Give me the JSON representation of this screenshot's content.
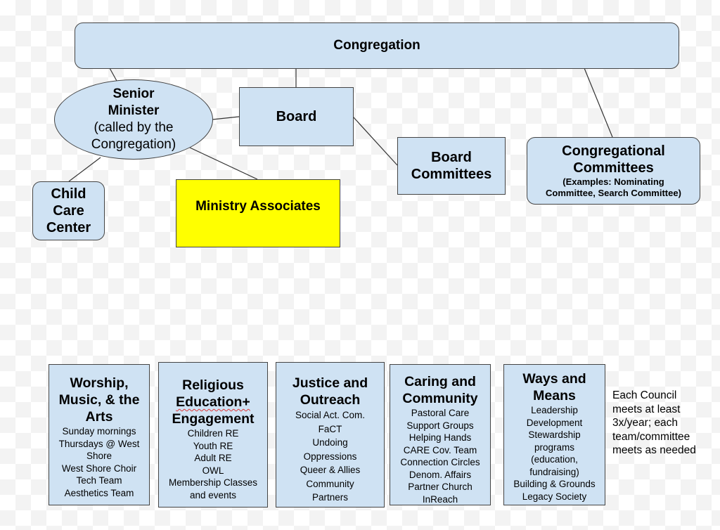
{
  "top": {
    "congregation": "Congregation",
    "senior_minister": {
      "title_line1": "Senior",
      "title_line2": "Minister",
      "subtitle_line1": "(called by the",
      "subtitle_line2": "Congregation)"
    },
    "board": "Board",
    "board_committees": {
      "line1": "Board",
      "line2": "Committees"
    },
    "congregational_committees": {
      "line1": "Congregational",
      "line2": "Committees",
      "examples_line1": "(Examples: Nominating",
      "examples_line2": "Committee, Search Committee)"
    },
    "child_care_center": {
      "line1": "Child",
      "line2": "Care",
      "line3": "Center"
    },
    "ministry_associates": "Ministry Associates"
  },
  "councils": [
    {
      "heading": [
        "Worship,",
        "Music, & the",
        "Arts"
      ],
      "items": [
        "Sunday mornings",
        "Thursdays @ West",
        "Shore",
        "West Shore Choir",
        "Tech Team",
        "Aesthetics Team"
      ]
    },
    {
      "heading": [
        "Religious",
        "Education+",
        "Engagement"
      ],
      "items": [
        "Children RE",
        "Youth RE",
        "Adult RE",
        "OWL",
        "Membership Classes",
        "and events"
      ]
    },
    {
      "heading": [
        "Justice and",
        "Outreach"
      ],
      "items": [
        "Social Act. Com.",
        "FaCT",
        "Undoing",
        "Oppressions",
        "Queer & Allies",
        "Community",
        "Partners"
      ]
    },
    {
      "heading": [
        "Caring and",
        "Community"
      ],
      "items": [
        "Pastoral Care",
        "Support Groups",
        "Helping Hands",
        "CARE Cov. Team",
        "Connection Circles",
        "Denom. Affairs",
        "Partner Church",
        "InReach"
      ]
    },
    {
      "heading": [
        "Ways and",
        "Means"
      ],
      "items": [
        "Leadership",
        "Development",
        "Stewardship",
        "programs",
        "(education,",
        "fundraising)",
        "Building & Grounds",
        "Legacy Society"
      ]
    }
  ],
  "note": [
    "Each Council",
    "meets at least",
    "3x/year; each",
    "team/committee",
    "meets as needed"
  ],
  "colors": {
    "box_fill": "#cfe2f3",
    "highlight_fill": "#ffff00",
    "border": "#444444"
  }
}
